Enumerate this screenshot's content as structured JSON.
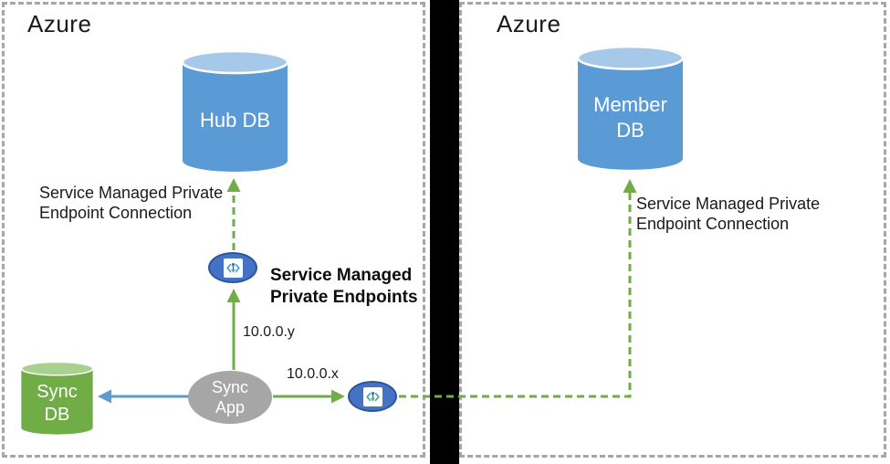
{
  "regions": {
    "left": {
      "title": "Azure"
    },
    "right": {
      "title": "Azure"
    }
  },
  "nodes": {
    "hub_db": {
      "label": "Hub DB",
      "shape": "cylinder",
      "color": "#5b9bd5"
    },
    "member_db": {
      "label": "Member\nDB",
      "shape": "cylinder",
      "color": "#5b9bd5"
    },
    "sync_db": {
      "label": "Sync\nDB",
      "shape": "cylinder",
      "color": "#70ad47"
    },
    "sync_app": {
      "label": "Sync\nApp",
      "shape": "ellipse",
      "color": "#a6a6a6"
    },
    "private_endpoint_hub": {
      "icon": "private-endpoint-icon"
    },
    "private_endpoint_member": {
      "icon": "private-endpoint-icon"
    }
  },
  "labels": {
    "hub_connection": "Service Managed Private\nEndpoint Connection",
    "member_connection": "Service Managed Private\nEndpoint Connection",
    "private_endpoints_title": "Service Managed\nPrivate Endpoints",
    "ip_hub_endpoint": "10.0.0.y",
    "ip_member_endpoint": "10.0.0.x"
  },
  "colors": {
    "db_blue": "#5b9bd5",
    "db_blue_top": "#a7c9e9",
    "db_green": "#70ad47",
    "db_green_top": "#a9d18e",
    "app_gray": "#a6a6a6",
    "endpoint_fill": "#4472c4",
    "endpoint_border": "#2e5596",
    "arrow_green": "#70ad47",
    "arrow_blue": "#5b9bd5",
    "boundary_bar": "#000000",
    "box_border": "#a6a6a6"
  }
}
